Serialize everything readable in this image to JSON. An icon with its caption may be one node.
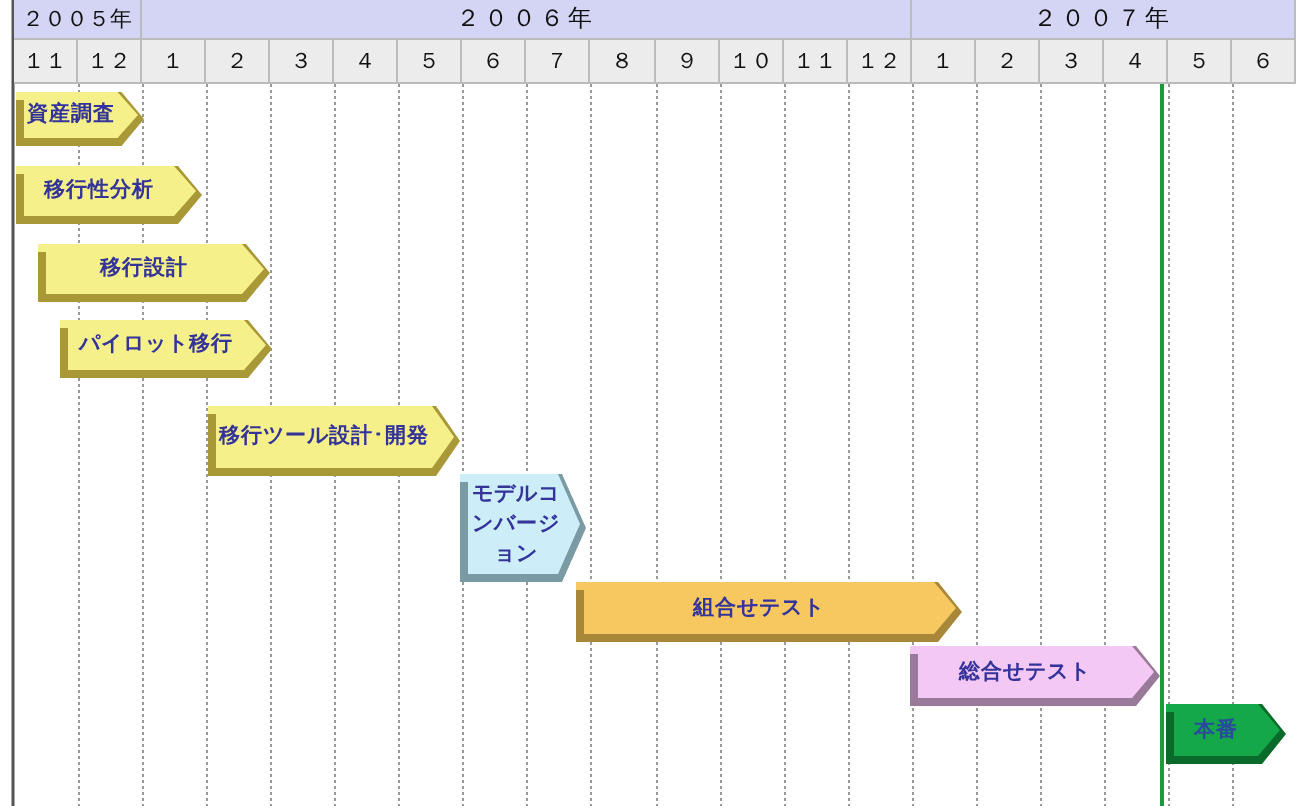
{
  "diagram": {
    "nodes": [
      {
        "text": [
          "資産調査"
        ]
      },
      {
        "text": [
          "移行性分析"
        ]
      },
      {
        "text": [
          "移行設計"
        ]
      },
      {
        "text": [
          "パイロット移行"
        ]
      },
      {
        "text": [
          "移行ツール設計･開発"
        ]
      },
      {
        "text": [
          "モデルコンバージョン"
        ]
      },
      {
        "text": [
          "組合せテスト"
        ]
      },
      {
        "text": [
          "総合せテスト"
        ]
      },
      {
        "text": [
          "本番"
        ]
      }
    ],
    "labels": [
      "２００５年",
      "２００６年",
      "２００７年",
      "１１",
      "１２",
      "１",
      "２",
      "３",
      "４",
      "５",
      "６",
      "７",
      "８",
      "９",
      "１０",
      "１１",
      "１２",
      "１",
      "２",
      "３",
      "４",
      "５",
      "６"
    ]
  }
}
